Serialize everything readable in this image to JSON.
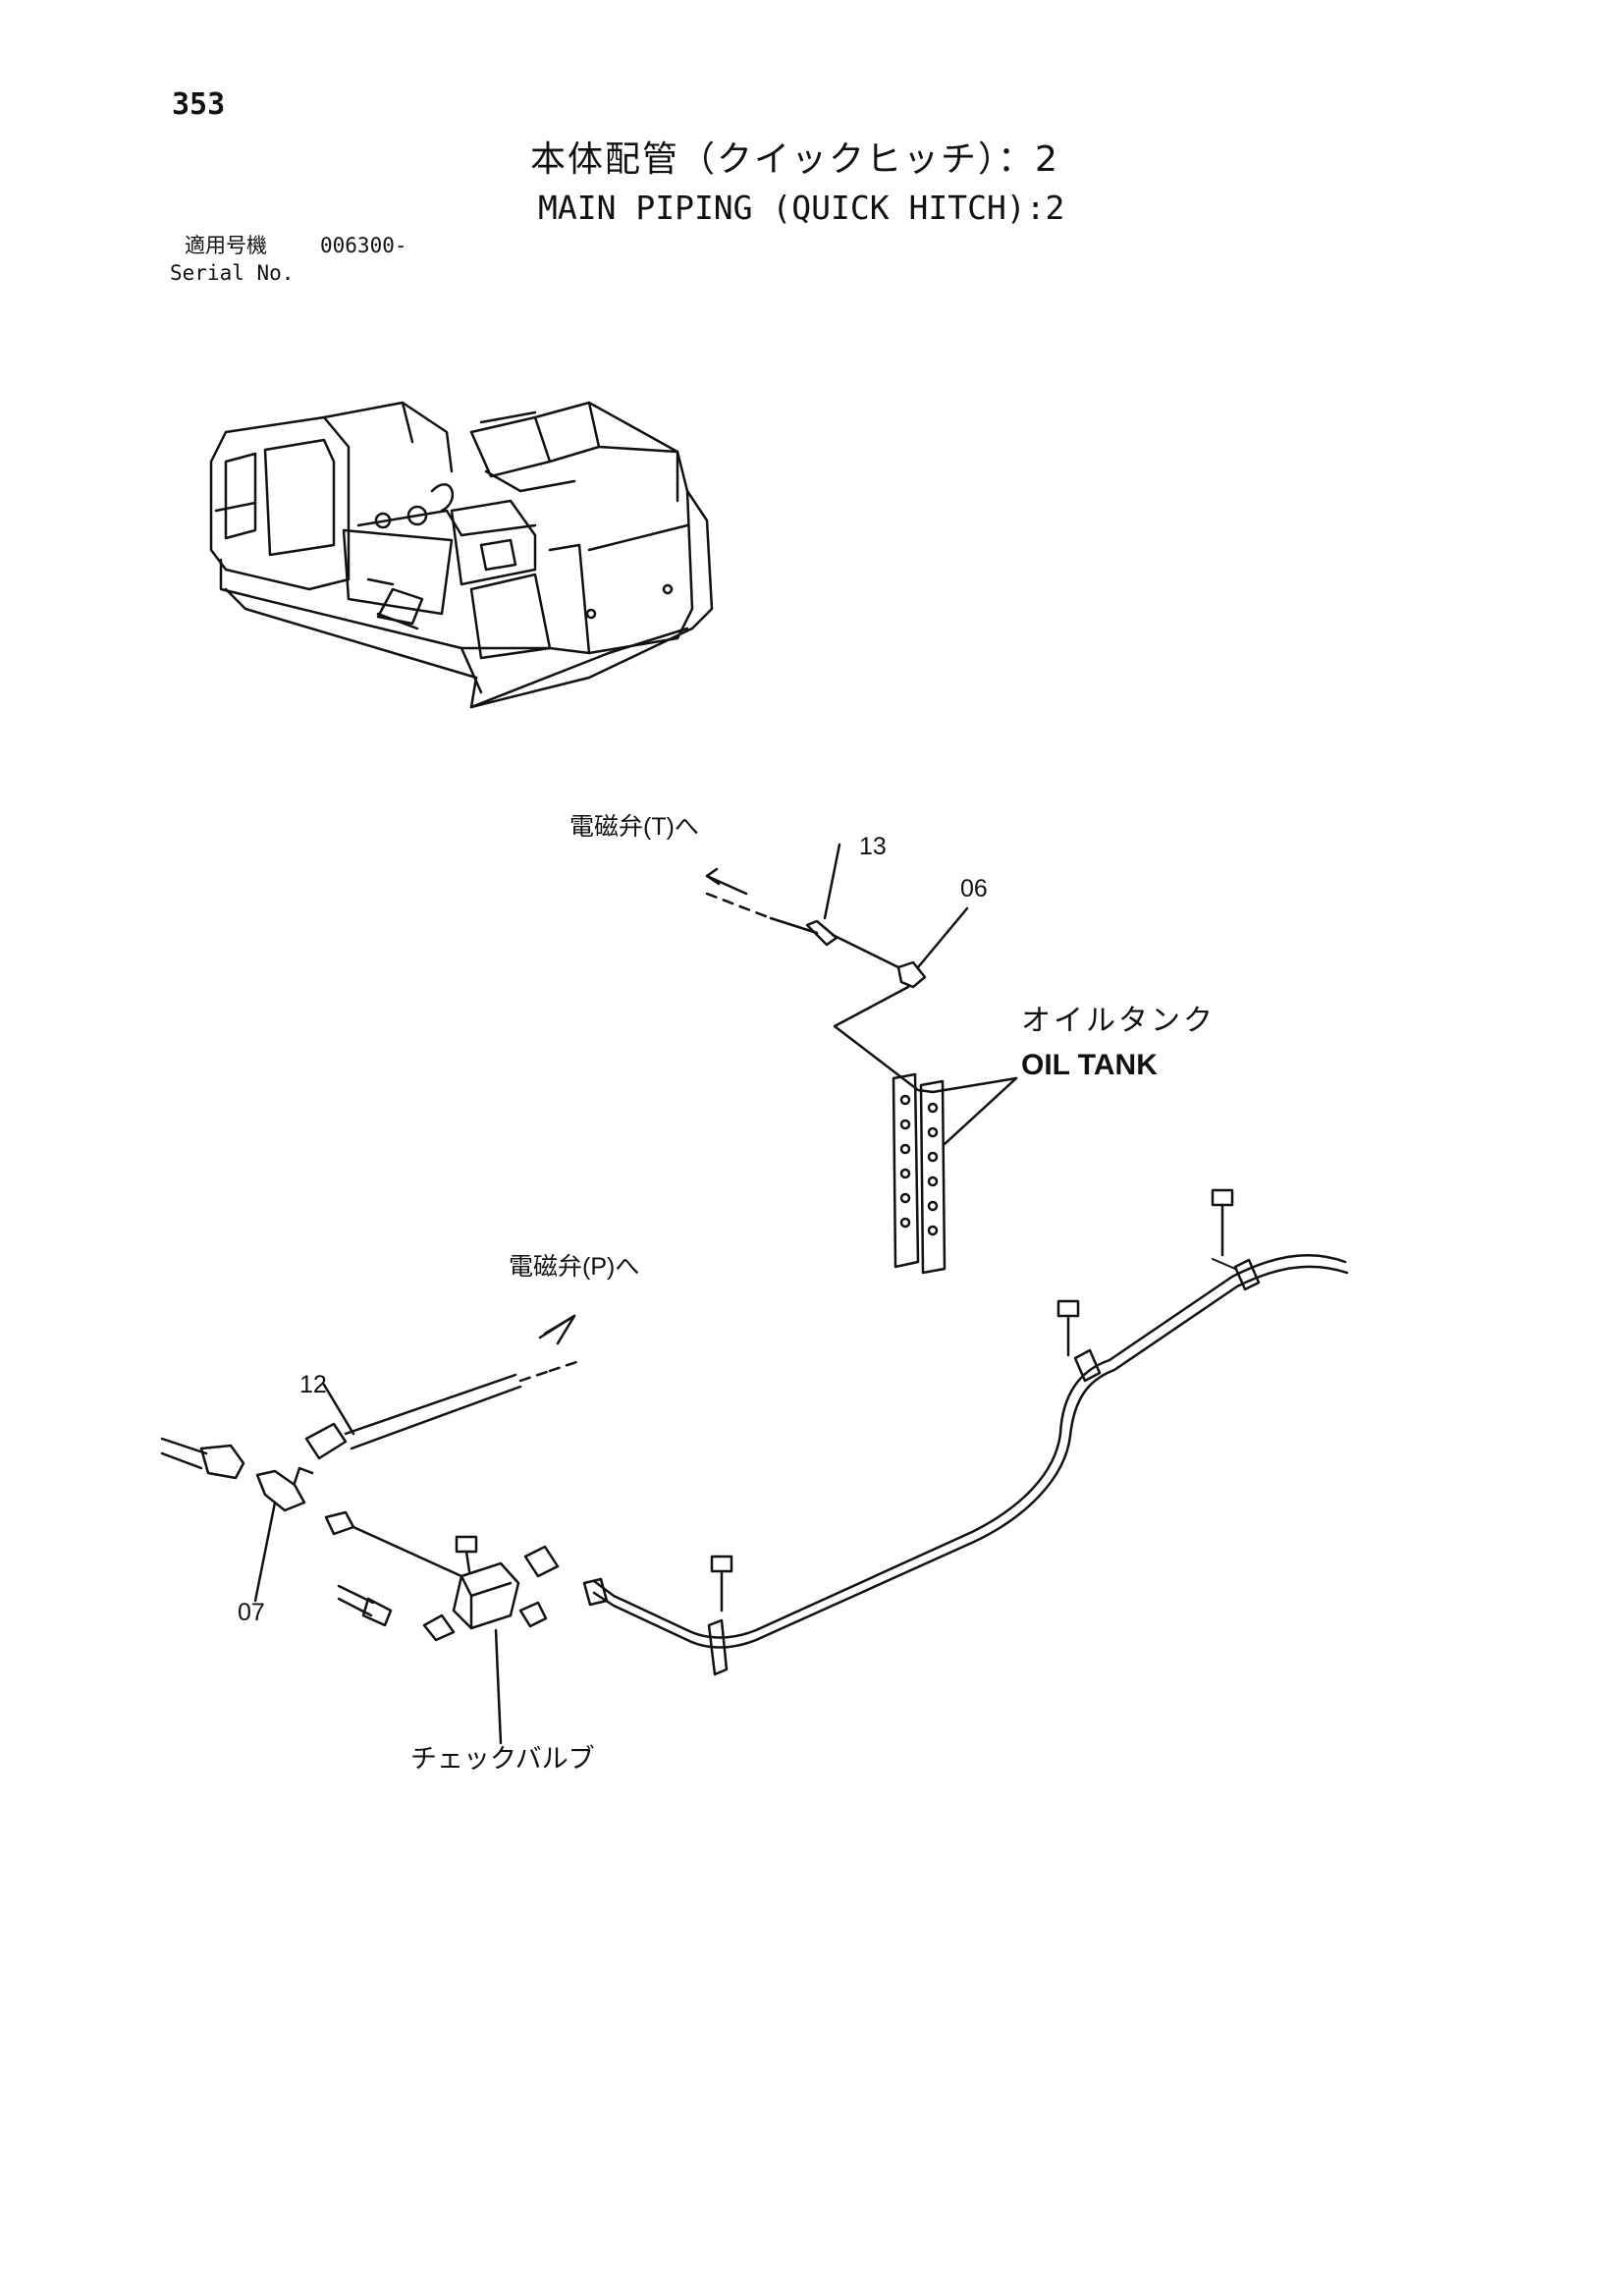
{
  "header": {
    "page_number": "353",
    "title_ja": "本体配管（クイックヒッチ）：2",
    "title_en": "MAIN PIPING (QUICK HITCH):2",
    "serial_label_ja": "適用号機",
    "serial_label_en": "Serial No.",
    "serial_value": "006300-"
  },
  "callouts": {
    "solenoid_t": "電磁弁(T)へ",
    "part_13": "13",
    "part_06": "06",
    "oil_tank_ja": "オイルタンク",
    "oil_tank_en": "OIL TANK",
    "solenoid_p": "電磁弁(P)へ",
    "part_12": "12",
    "part_07": "07",
    "check_valve": "チェックバルブ"
  }
}
